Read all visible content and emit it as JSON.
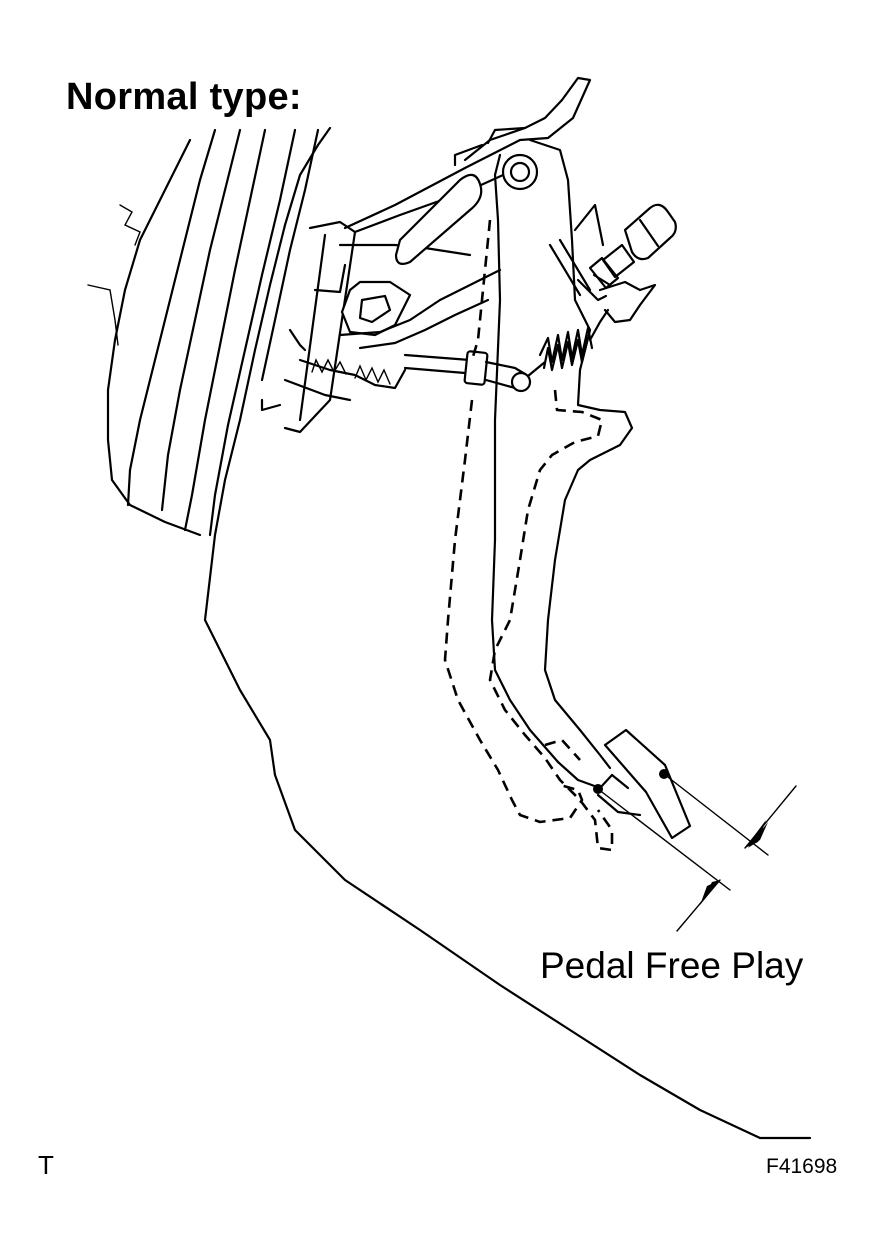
{
  "diagram": {
    "title": "Normal type:",
    "callout": "Pedal Free Play",
    "corner_left": "T",
    "figure_id": "F41698"
  }
}
